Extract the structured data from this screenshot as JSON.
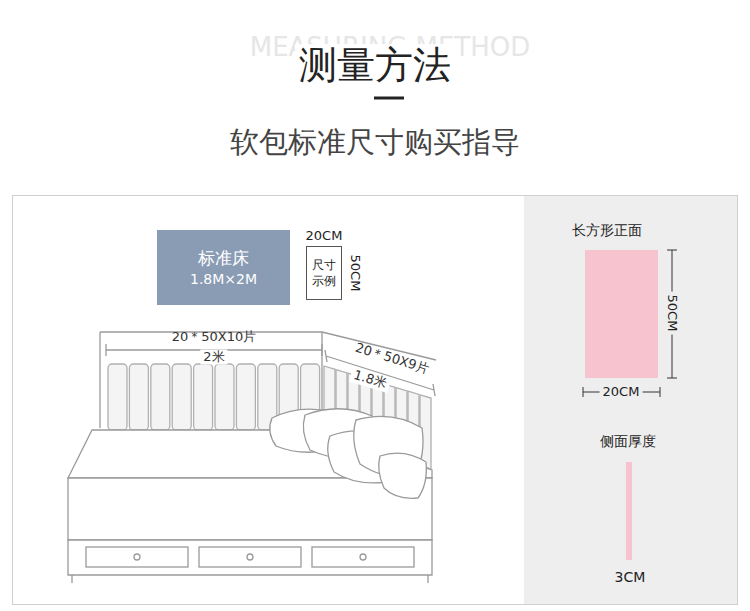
{
  "diagram": {
    "title": "测量方法",
    "nodes": [
      {
        "text": [
          "标准床",
          "1.8M×2M"
        ]
      },
      {
        "text": [
          "尺寸 示例"
        ]
      }
    ],
    "labels": [
      "MEASURING METHOD",
      "软包标准尺寸购买指导",
      "20CM",
      "50CM",
      "20＊50X10片",
      "2米",
      "20＊50X9片",
      "1.8米",
      "长方形正面",
      "50CM",
      "20CM",
      "侧面厚度",
      "3CM"
    ]
  }
}
